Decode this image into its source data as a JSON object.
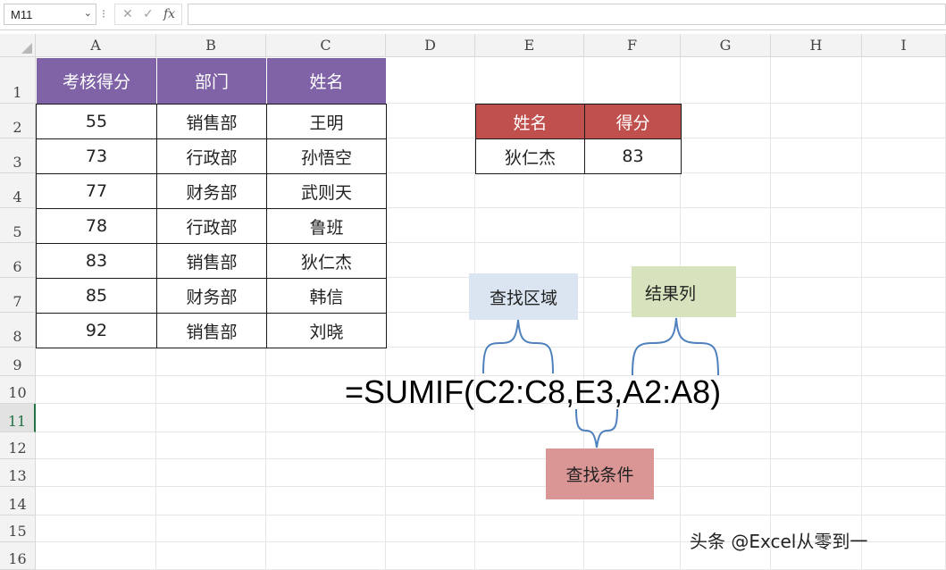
{
  "formula_bar": {
    "cell_ref": "M11",
    "dropdown_glyph": "⌄",
    "separator": "⁝",
    "cancel_glyph": "✕",
    "confirm_glyph": "✓",
    "fx_label": "fx",
    "formula": ""
  },
  "columns": [
    "A",
    "B",
    "C",
    "D",
    "E",
    "F",
    "G",
    "H",
    "I"
  ],
  "rows": [
    "1",
    "2",
    "3",
    "4",
    "5",
    "6",
    "7",
    "8",
    "9",
    "10",
    "11",
    "12",
    "13",
    "14",
    "15",
    "16"
  ],
  "active_row": "11",
  "table1": {
    "headers": [
      "考核得分",
      "部门",
      "姓名"
    ],
    "rows": [
      [
        "55",
        "销售部",
        "王明"
      ],
      [
        "73",
        "行政部",
        "孙悟空"
      ],
      [
        "77",
        "财务部",
        "武则天"
      ],
      [
        "78",
        "行政部",
        "鲁班"
      ],
      [
        "83",
        "销售部",
        "狄仁杰"
      ],
      [
        "85",
        "财务部",
        "韩信"
      ],
      [
        "92",
        "销售部",
        "刘晓"
      ]
    ]
  },
  "table2": {
    "headers": [
      "姓名",
      "得分"
    ],
    "row": [
      "狄仁杰",
      "83"
    ]
  },
  "annotations": {
    "lookup_range": "查找区域",
    "result_column": "结果列",
    "lookup_condition": "查找条件",
    "formula": "=SUMIF(C2:C8,E3,A2:A8)"
  },
  "watermark": "头条 @Excel从零到一",
  "colors": {
    "header_purple": "#7f63a6",
    "header_red": "#c0504d",
    "note_blue": "#dae5f1",
    "note_green": "#d6e3bc",
    "note_pink": "#da9694",
    "brace": "#4f81bd"
  }
}
